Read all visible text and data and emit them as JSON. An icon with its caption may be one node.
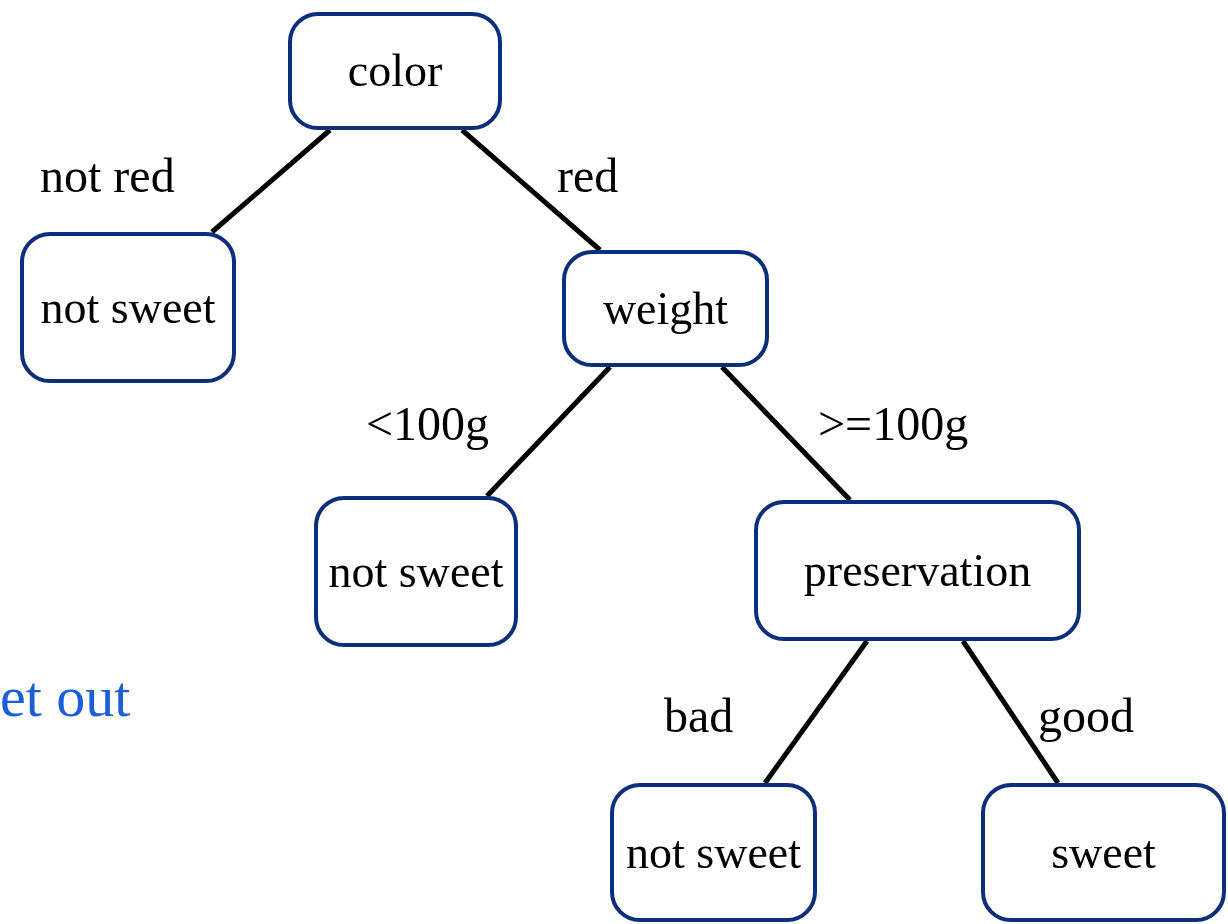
{
  "diagram": {
    "nodes": [
      {
        "text": [
          "color"
        ]
      },
      {
        "text": [
          "not sweet"
        ]
      },
      {
        "text": [
          "weight"
        ]
      },
      {
        "text": [
          "not sweet"
        ]
      },
      {
        "text": [
          "preservation"
        ]
      },
      {
        "text": [
          "not sweet"
        ]
      },
      {
        "text": [
          "sweet"
        ]
      }
    ],
    "edges": [
      {
        "from": 0,
        "to": 1,
        "arrow": "none",
        "label": "not red"
      },
      {
        "from": 0,
        "to": 2,
        "arrow": "none",
        "label": "red"
      },
      {
        "from": 2,
        "to": 3,
        "arrow": "none",
        "label": "<100g"
      },
      {
        "from": 2,
        "to": 4,
        "arrow": "none",
        "label": ">=100g"
      },
      {
        "from": 4,
        "to": 5,
        "arrow": "none",
        "label": "bad"
      },
      {
        "from": 4,
        "to": 6,
        "arrow": "none",
        "label": "good"
      }
    ],
    "labels": [
      "et out"
    ]
  }
}
